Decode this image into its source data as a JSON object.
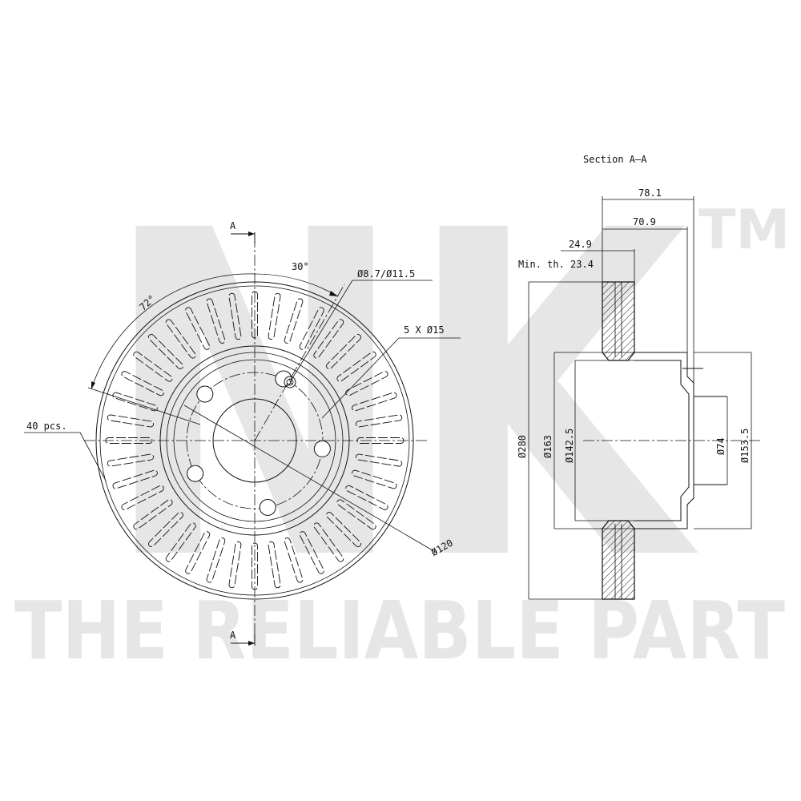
{
  "watermark": {
    "logo_text": "NK",
    "tm": "TM",
    "tagline": "THE RELIABLE PART"
  },
  "section_title": "Section A–A",
  "section_marker": "A",
  "labels": {
    "angle_30": "30°",
    "angle_72": "72°",
    "hole_dia": "Ø8.7/Ø11.5",
    "bolt_holes": "5 X Ø15",
    "vanes": "40 pcs.",
    "pcd": "Ø120"
  },
  "section_dims": {
    "overall_height": "78.1",
    "hat_height": "70.9",
    "thickness": "24.9",
    "min_thickness": "Min. th. 23.4",
    "outer_dia": "Ø280",
    "hat_outer": "Ø163",
    "hat_inner": "Ø142.5",
    "center_bore": "Ø74",
    "hub_dia": "Ø153.5"
  }
}
